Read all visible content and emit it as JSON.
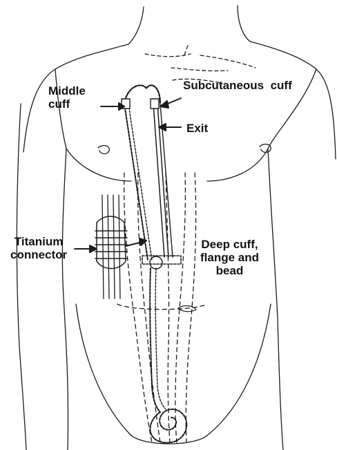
{
  "colors": {
    "ink": "#1a1a1a",
    "label": "#111111"
  },
  "labels": {
    "middle_cuff": [
      "Middle",
      "cuff"
    ],
    "subcutaneous_cuff": "Subcutaneous  cuff",
    "exit": "Exit",
    "titanium_connector": [
      "Titanium",
      "connector"
    ],
    "deep_cuff": [
      "Deep cuff,",
      "flange and",
      "bead"
    ]
  }
}
